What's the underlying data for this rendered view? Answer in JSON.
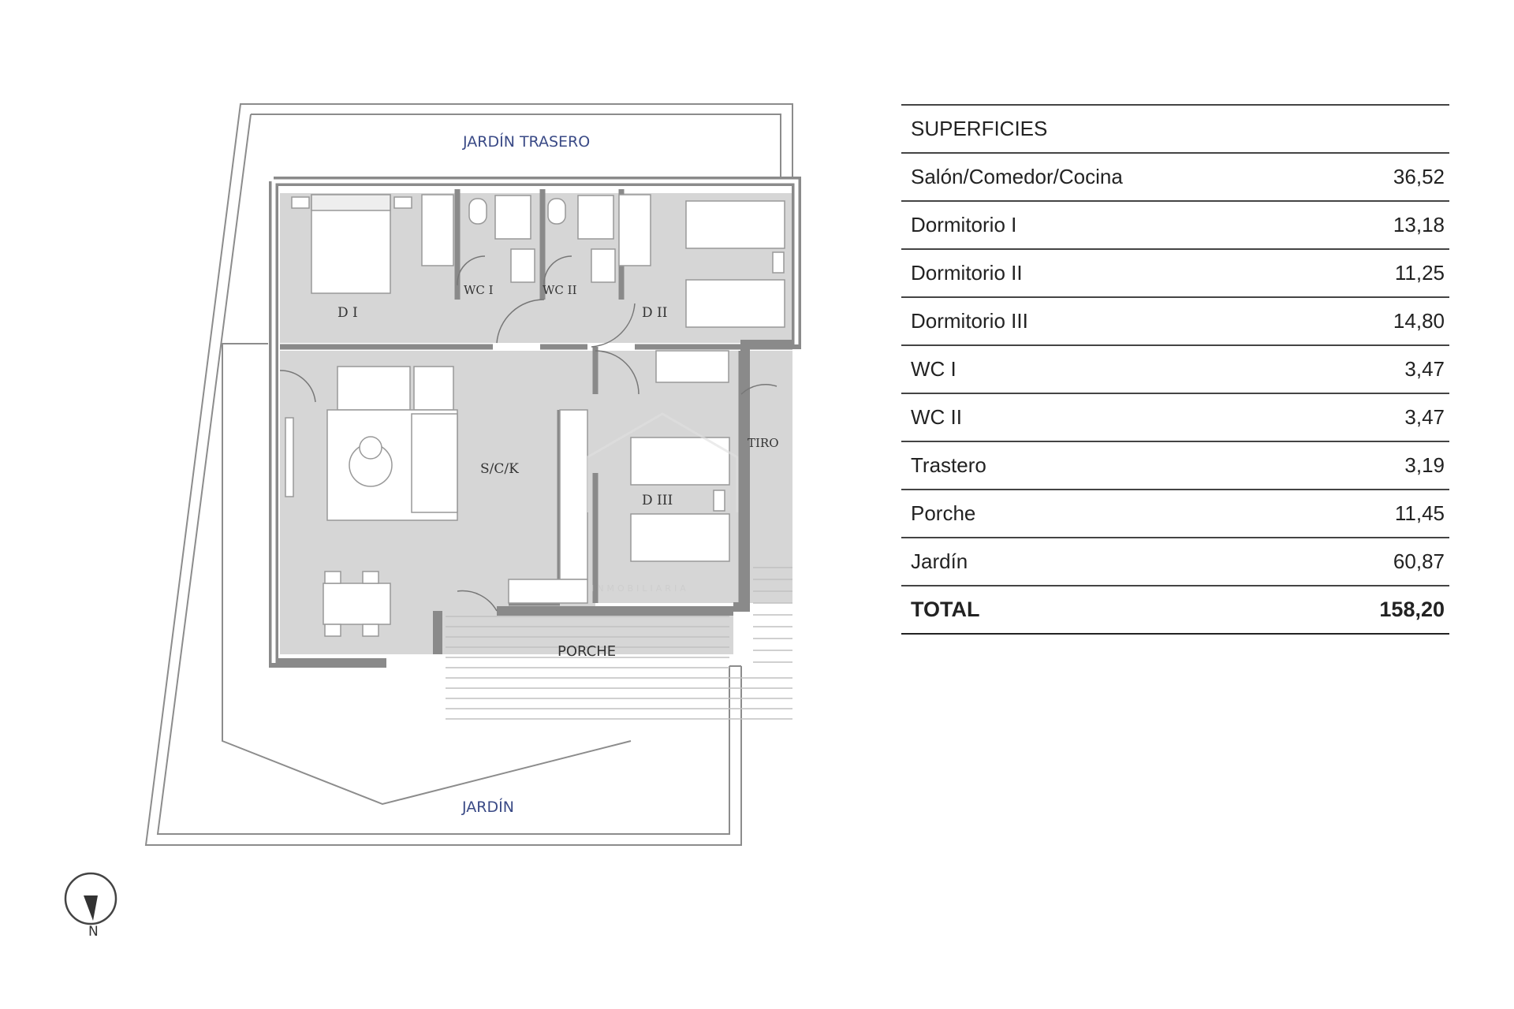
{
  "plan": {
    "labels": {
      "jardin_trasero": "JARDÍN TRASERO",
      "jardin": "JARDÍN",
      "porche": "PORCHE",
      "d1": "D I",
      "d2": "D II",
      "d3": "D III",
      "wc1": "WC I",
      "wc2": "WC II",
      "sck": "S/C/K",
      "tiro": "TIRO"
    },
    "watermark": "INMOBILIARIA",
    "compass_label": "N"
  },
  "table": {
    "header": "SUPERFICIES",
    "rows": [
      {
        "label": "Salón/Comedor/Cocina",
        "value": "36,52"
      },
      {
        "label": "Dormitorio I",
        "value": "13,18"
      },
      {
        "label": "Dormitorio II",
        "value": "11,25"
      },
      {
        "label": "Dormitorio III",
        "value": "14,80"
      },
      {
        "label": "WC I",
        "value": "3,47"
      },
      {
        "label": "WC II",
        "value": "3,47"
      },
      {
        "label": "Trastero",
        "value": "3,19"
      },
      {
        "label": "Porche",
        "value": "11,45"
      },
      {
        "label": "Jardín",
        "value": "60,87"
      }
    ],
    "total": {
      "label": "TOTAL",
      "value": "158,20"
    }
  },
  "colors": {
    "wall": "#8a8a8a",
    "floor": "#d6d6d6",
    "label_blue": "#3a4a86"
  }
}
